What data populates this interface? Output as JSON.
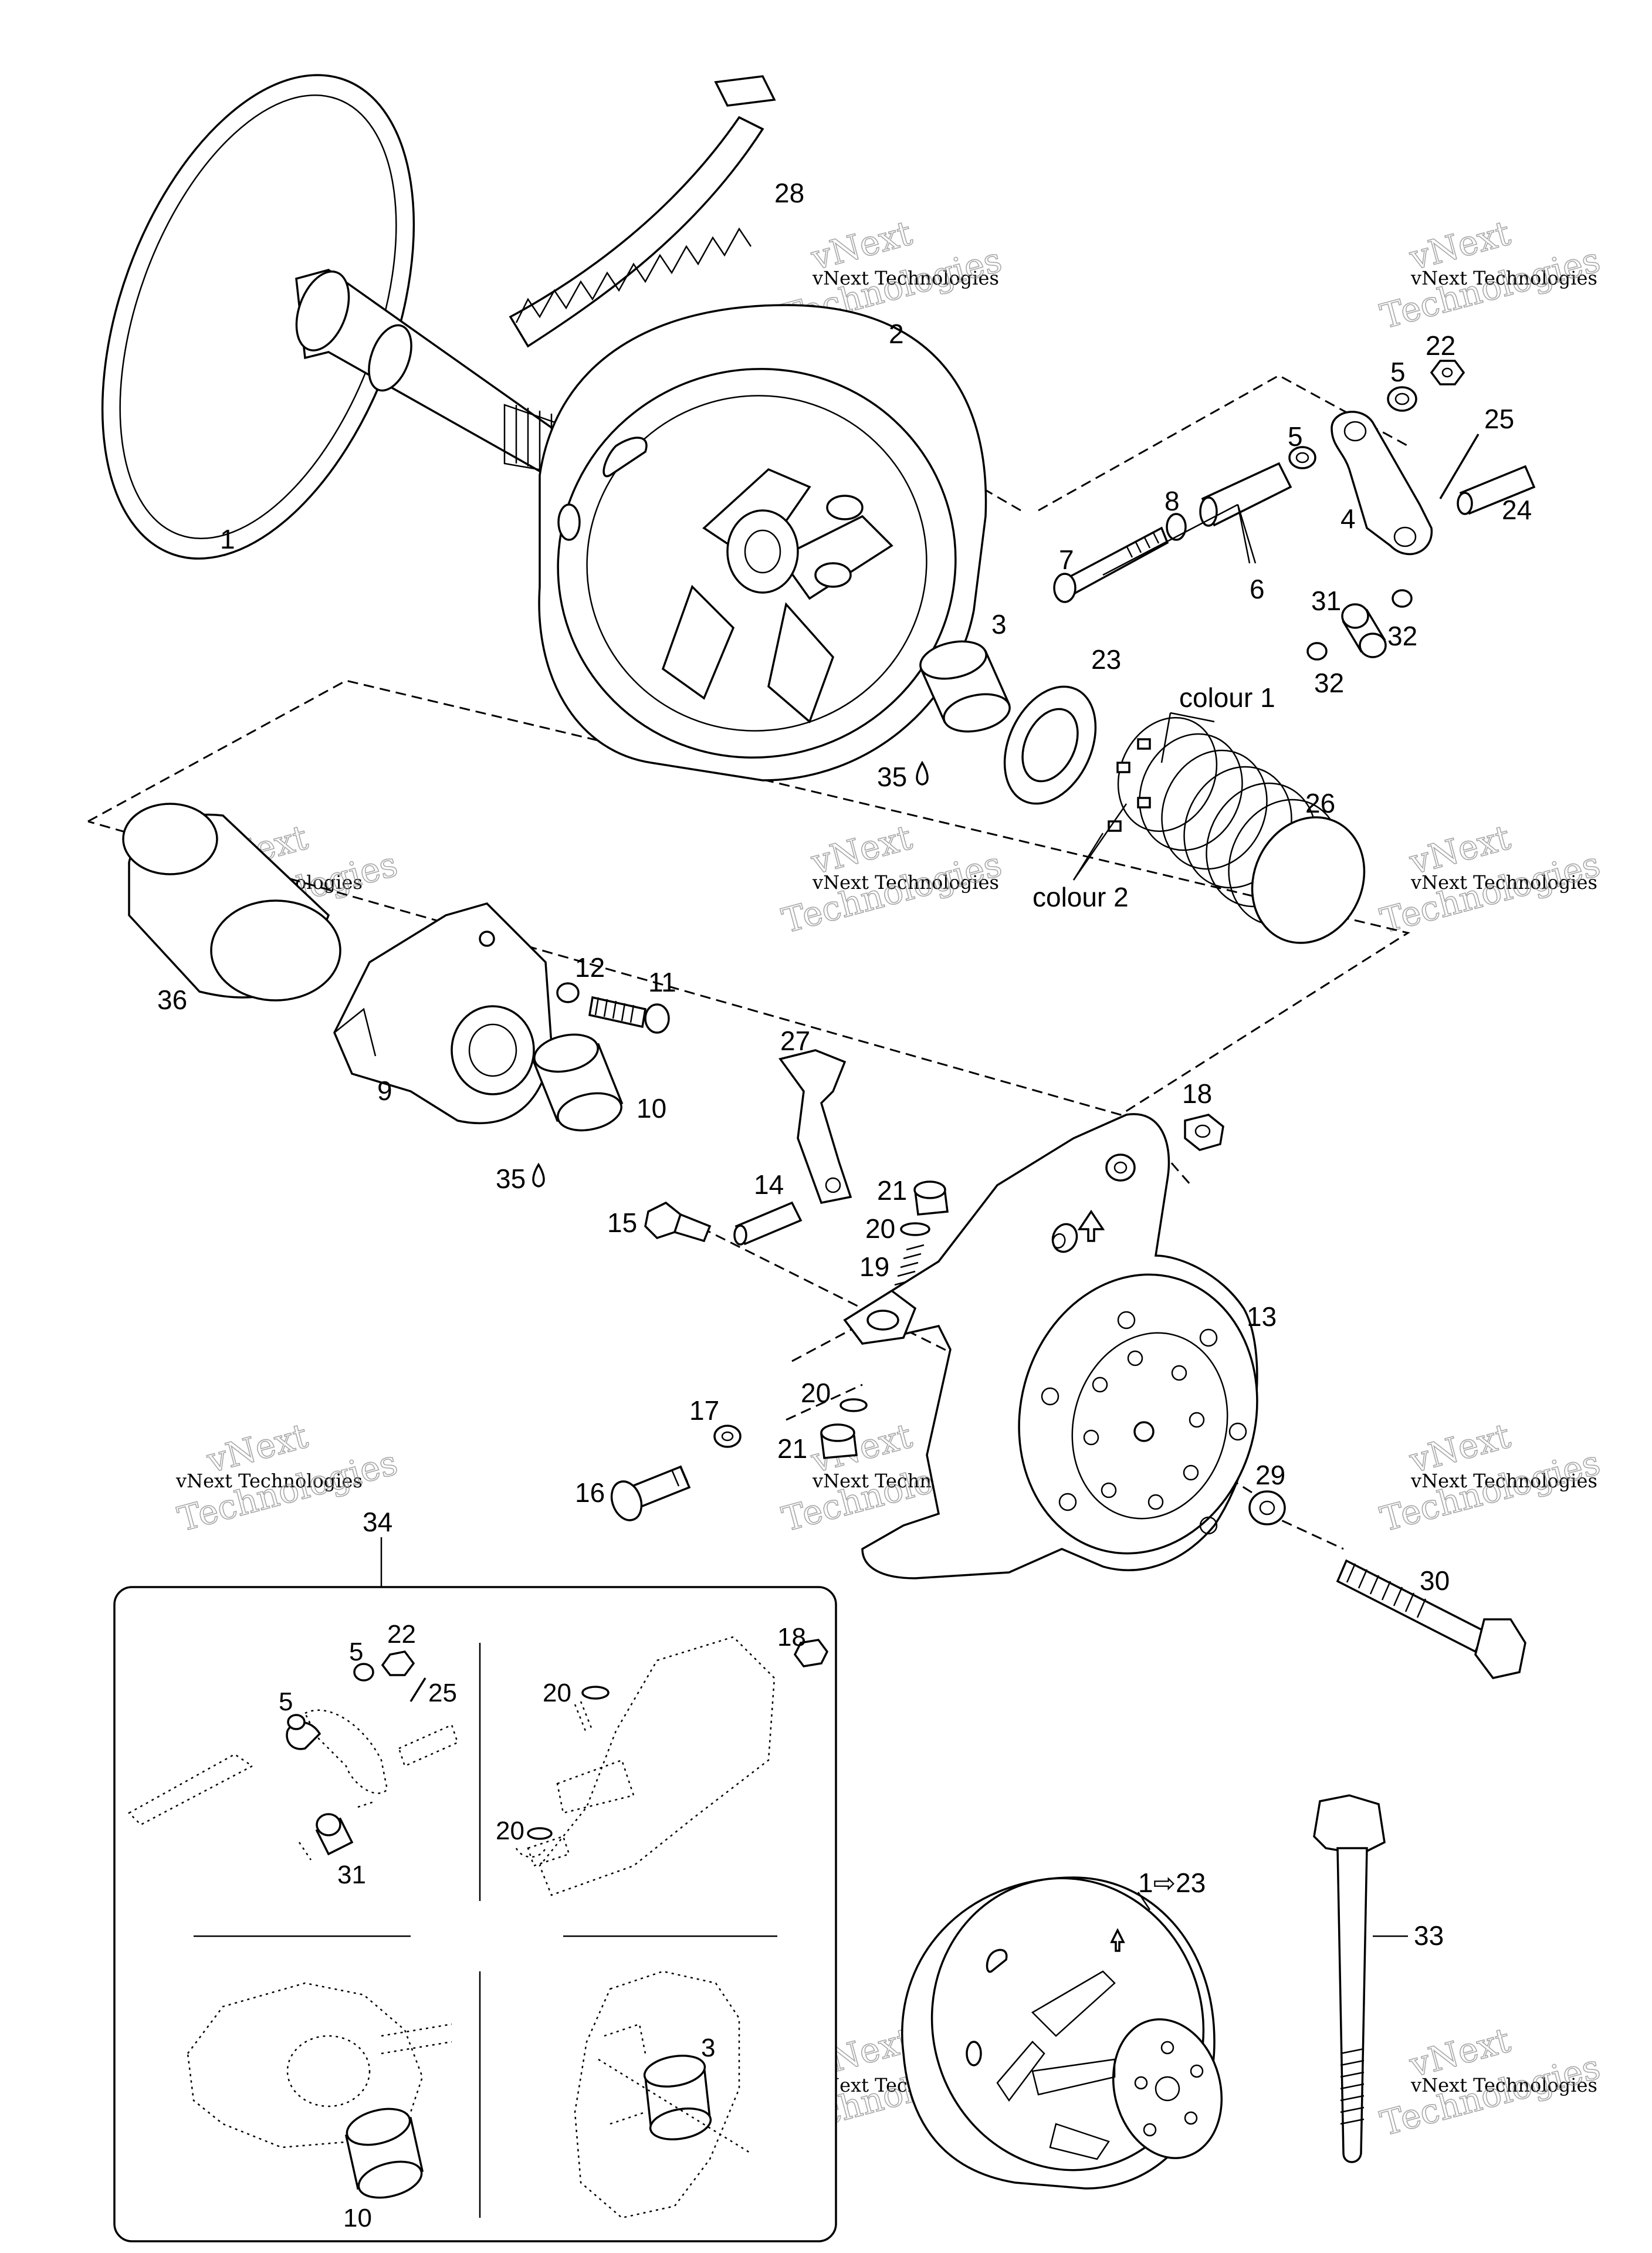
{
  "callouts": [
    {
      "id": "c1",
      "text": "1"
    },
    {
      "id": "c2",
      "text": "2"
    },
    {
      "id": "c3",
      "text": "3"
    },
    {
      "id": "c4",
      "text": "4"
    },
    {
      "id": "c5a",
      "text": "5"
    },
    {
      "id": "c5b",
      "text": "5"
    },
    {
      "id": "c6",
      "text": "6"
    },
    {
      "id": "c7",
      "text": "7"
    },
    {
      "id": "c8",
      "text": "8"
    },
    {
      "id": "c9",
      "text": "9"
    },
    {
      "id": "c10",
      "text": "10"
    },
    {
      "id": "c11",
      "text": "11"
    },
    {
      "id": "c12",
      "text": "12"
    },
    {
      "id": "c13",
      "text": "13"
    },
    {
      "id": "c14",
      "text": "14"
    },
    {
      "id": "c15",
      "text": "15"
    },
    {
      "id": "c16",
      "text": "16"
    },
    {
      "id": "c17",
      "text": "17"
    },
    {
      "id": "c18",
      "text": "18"
    },
    {
      "id": "c19",
      "text": "19"
    },
    {
      "id": "c20a",
      "text": "20"
    },
    {
      "id": "c20b",
      "text": "20"
    },
    {
      "id": "c21a",
      "text": "21"
    },
    {
      "id": "c21b",
      "text": "21"
    },
    {
      "id": "c22",
      "text": "22"
    },
    {
      "id": "c23",
      "text": "23"
    },
    {
      "id": "c24",
      "text": "24"
    },
    {
      "id": "c25",
      "text": "25"
    },
    {
      "id": "c26",
      "text": "26"
    },
    {
      "id": "c27",
      "text": "27"
    },
    {
      "id": "c28",
      "text": "28"
    },
    {
      "id": "c29",
      "text": "29"
    },
    {
      "id": "c30",
      "text": "30"
    },
    {
      "id": "c31",
      "text": "31"
    },
    {
      "id": "c32a",
      "text": "32"
    },
    {
      "id": "c32b",
      "text": "32"
    },
    {
      "id": "c33",
      "text": "33"
    },
    {
      "id": "c34",
      "text": "34"
    },
    {
      "id": "c35a",
      "text": "35"
    },
    {
      "id": "c35b",
      "text": "35"
    },
    {
      "id": "c36",
      "text": "36"
    },
    {
      "id": "c1to23",
      "text": "1⇨23"
    }
  ],
  "inset_callouts": [
    {
      "id": "i5",
      "text": "5"
    },
    {
      "id": "i5b",
      "text": "5"
    },
    {
      "id": "i22",
      "text": "22"
    },
    {
      "id": "i25",
      "text": "25"
    },
    {
      "id": "i31",
      "text": "31"
    },
    {
      "id": "i18",
      "text": "18"
    },
    {
      "id": "i20a",
      "text": "20"
    },
    {
      "id": "i20b",
      "text": "20"
    },
    {
      "id": "i10",
      "text": "10"
    },
    {
      "id": "i3",
      "text": "3"
    }
  ],
  "notes": {
    "colour1": "colour 1",
    "colour2": "colour 2"
  },
  "watermark": {
    "line1": "vNext",
    "line2": "vNext Technologies",
    "line3": "Technologies"
  }
}
